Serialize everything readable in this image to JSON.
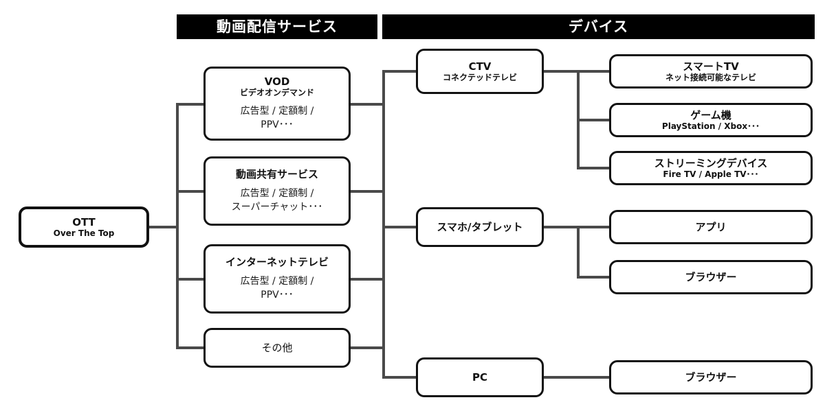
{
  "headers": {
    "services": "動画配信サービス",
    "devices": "デバイス"
  },
  "root": {
    "title": "OTT",
    "subtitle": "Over The Top"
  },
  "services": [
    {
      "title": "VOD",
      "subtitle": "ビデオオンデマンド",
      "detail_line1": "広告型 / 定額制 /",
      "detail_line2": "PPV･･･"
    },
    {
      "title": "動画共有サービス",
      "subtitle": "",
      "detail_line1": "広告型 / 定額制 /",
      "detail_line2": "スーパーチャット･･･"
    },
    {
      "title": "インターネットテレビ",
      "subtitle": "",
      "detail_line1": "広告型 / 定額制 /",
      "detail_line2": "PPV･･･"
    },
    {
      "title": "その他",
      "subtitle": "",
      "detail_line1": "",
      "detail_line2": ""
    }
  ],
  "devices": [
    {
      "title": "CTV",
      "subtitle": "コネクテッドテレビ"
    },
    {
      "title": "スマホ/タブレット",
      "subtitle": ""
    },
    {
      "title": "PC",
      "subtitle": ""
    }
  ],
  "device_children": {
    "ctv": [
      {
        "title": "スマートTV",
        "subtitle": "ネット接続可能なテレビ"
      },
      {
        "title": "ゲーム機",
        "subtitle": "PlayStation / Xbox･･･"
      },
      {
        "title": "ストリーミングデバイス",
        "subtitle": "Fire TV / Apple TV･･･"
      }
    ],
    "mobile": [
      {
        "title": "アプリ",
        "subtitle": ""
      },
      {
        "title": "ブラウザー",
        "subtitle": ""
      }
    ],
    "pc": [
      {
        "title": "ブラウザー",
        "subtitle": ""
      }
    ]
  },
  "colors": {
    "header_bg": "#000000",
    "header_fg": "#ffffff",
    "box_border": "#111111",
    "box_bg": "#ffffff",
    "connector": "#4a4a4a",
    "page_bg": "#ffffff"
  }
}
